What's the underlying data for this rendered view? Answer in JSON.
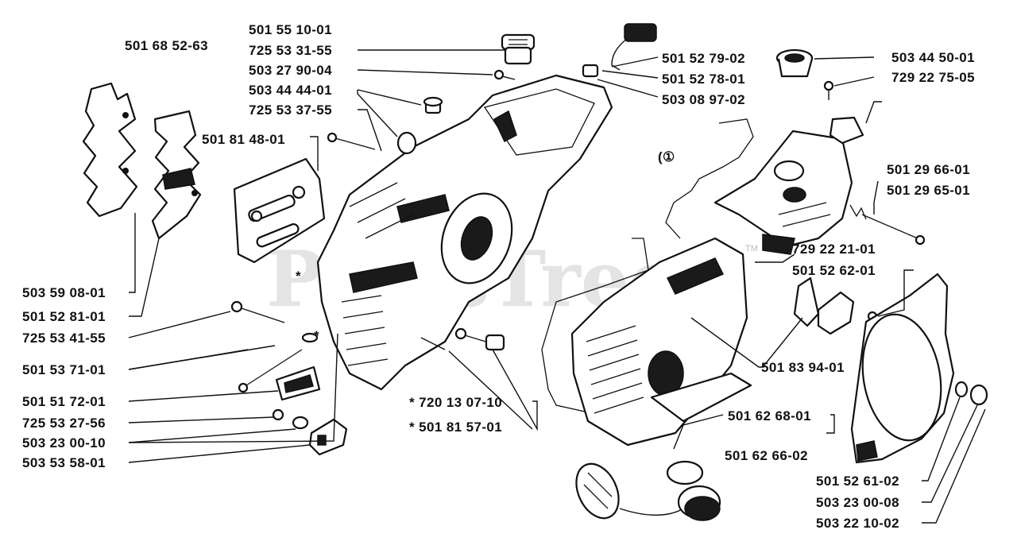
{
  "watermark": "PartsTree",
  "watermark_tm": "TM",
  "symbols": {
    "star": "*",
    "ref_circle": "(①"
  },
  "labels": {
    "l1": "501 68 52-63",
    "l2": "501 55 10-01",
    "l3": "725 53 31-55",
    "l4": "503 27 90-04",
    "l5": "503 44 44-01",
    "l6": "725 53 37-55",
    "l7": "501 81 48-01",
    "l8": "501 52 79-02",
    "l9": "501 52 78-01",
    "l10": "503 08 97-02",
    "l11": "503 44 50-01",
    "l12": "729 22 75-05",
    "l13": "501 29 66-01",
    "l14": "501 29 65-01",
    "l15": "729 22 21-01",
    "l16": "501 52 62-01",
    "l17": "503 59 08-01",
    "l18": "501 52 81-01",
    "l19": "725 53 41-55",
    "l20": "501 53 71-01",
    "l21": "501 51 72-01",
    "l22": "725 53 27-56",
    "l23": "503 23 00-10",
    "l24": "503 53 58-01",
    "l25": "* 720 13 07-10",
    "l26": "* 501 81 57-01",
    "l27": "501 83 94-01",
    "l28": "501 62 68-01",
    "l29": "501 62 66-02",
    "l30": "501 52 61-02",
    "l31": "503 23 00-08",
    "l32": "503 22 10-02"
  }
}
